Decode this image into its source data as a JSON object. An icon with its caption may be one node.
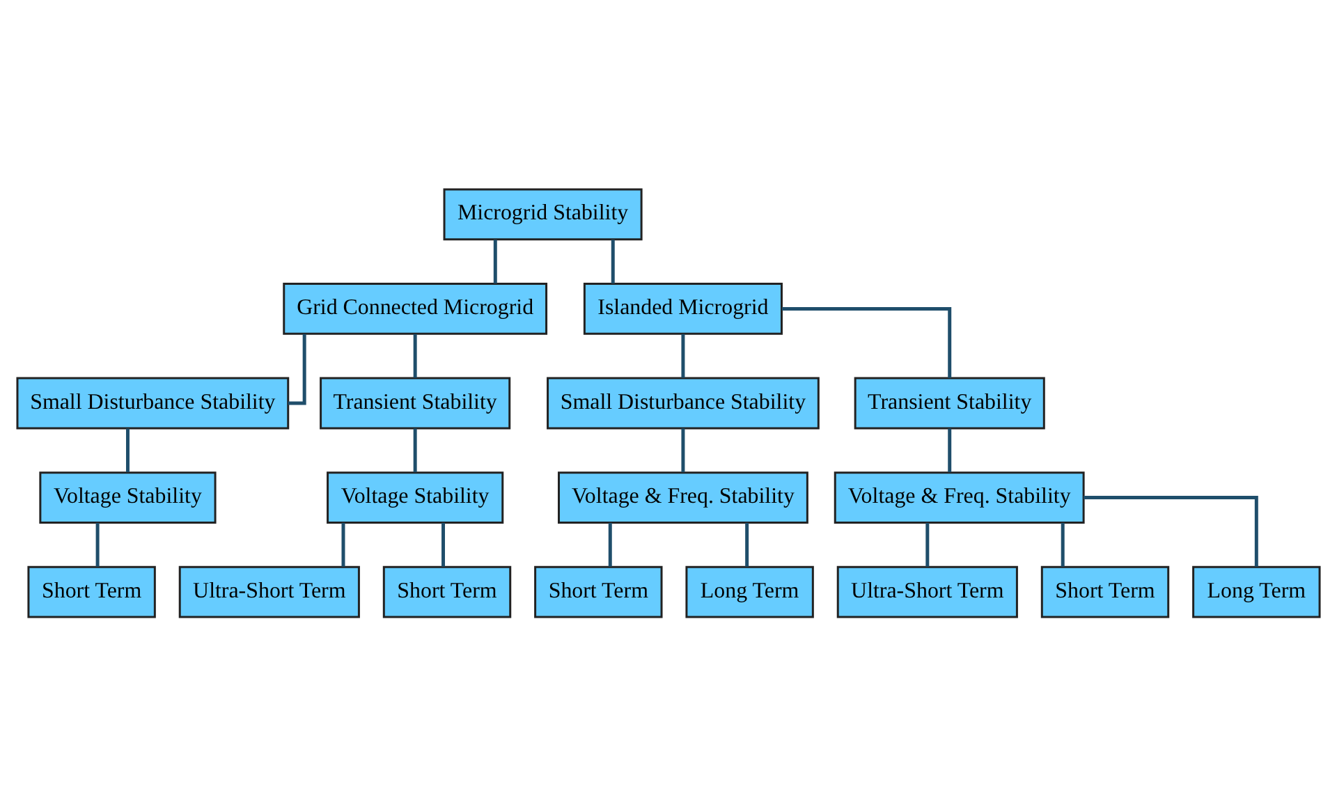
{
  "diagram": {
    "nodes": [
      {
        "text": [
          "Microgrid Stability"
        ]
      },
      {
        "text": [
          "Grid Connected Microgrid"
        ]
      },
      {
        "text": [
          "Islanded Microgrid"
        ]
      },
      {
        "text": [
          "Small Disturbance Stability"
        ]
      },
      {
        "text": [
          "Transient Stability"
        ]
      },
      {
        "text": [
          "Small Disturbance Stability"
        ]
      },
      {
        "text": [
          "Transient Stability"
        ]
      },
      {
        "text": [
          "Voltage Stability"
        ]
      },
      {
        "text": [
          "Voltage Stability"
        ]
      },
      {
        "text": [
          "Voltage & Freq. Stability"
        ]
      },
      {
        "text": [
          "Voltage & Freq. Stability"
        ]
      },
      {
        "text": [
          "Short Term"
        ]
      },
      {
        "text": [
          "Ultra-Short Term"
        ]
      },
      {
        "text": [
          "Short Term"
        ]
      },
      {
        "text": [
          "Short Term"
        ]
      },
      {
        "text": [
          "Long Term"
        ]
      },
      {
        "text": [
          "Ultra-Short Term"
        ]
      },
      {
        "text": [
          "Short Term"
        ]
      },
      {
        "text": [
          "Long Term"
        ]
      }
    ],
    "edges": [
      {
        "from": 0,
        "to": 1,
        "arrow": "none"
      },
      {
        "from": 0,
        "to": 2,
        "arrow": "none"
      },
      {
        "from": 1,
        "to": 3,
        "arrow": "none"
      },
      {
        "from": 1,
        "to": 4,
        "arrow": "none"
      },
      {
        "from": 2,
        "to": 5,
        "arrow": "none"
      },
      {
        "from": 2,
        "to": 6,
        "arrow": "none"
      },
      {
        "from": 3,
        "to": 7,
        "arrow": "none"
      },
      {
        "from": 4,
        "to": 8,
        "arrow": "none"
      },
      {
        "from": 5,
        "to": 9,
        "arrow": "none"
      },
      {
        "from": 6,
        "to": 10,
        "arrow": "none"
      },
      {
        "from": 7,
        "to": 11,
        "arrow": "none"
      },
      {
        "from": 8,
        "to": 12,
        "arrow": "none"
      },
      {
        "from": 8,
        "to": 13,
        "arrow": "none"
      },
      {
        "from": 9,
        "to": 14,
        "arrow": "none"
      },
      {
        "from": 9,
        "to": 15,
        "arrow": "none"
      },
      {
        "from": 10,
        "to": 16,
        "arrow": "none"
      },
      {
        "from": 10,
        "to": 17,
        "arrow": "none"
      },
      {
        "from": 10,
        "to": 18,
        "arrow": "none"
      }
    ]
  }
}
